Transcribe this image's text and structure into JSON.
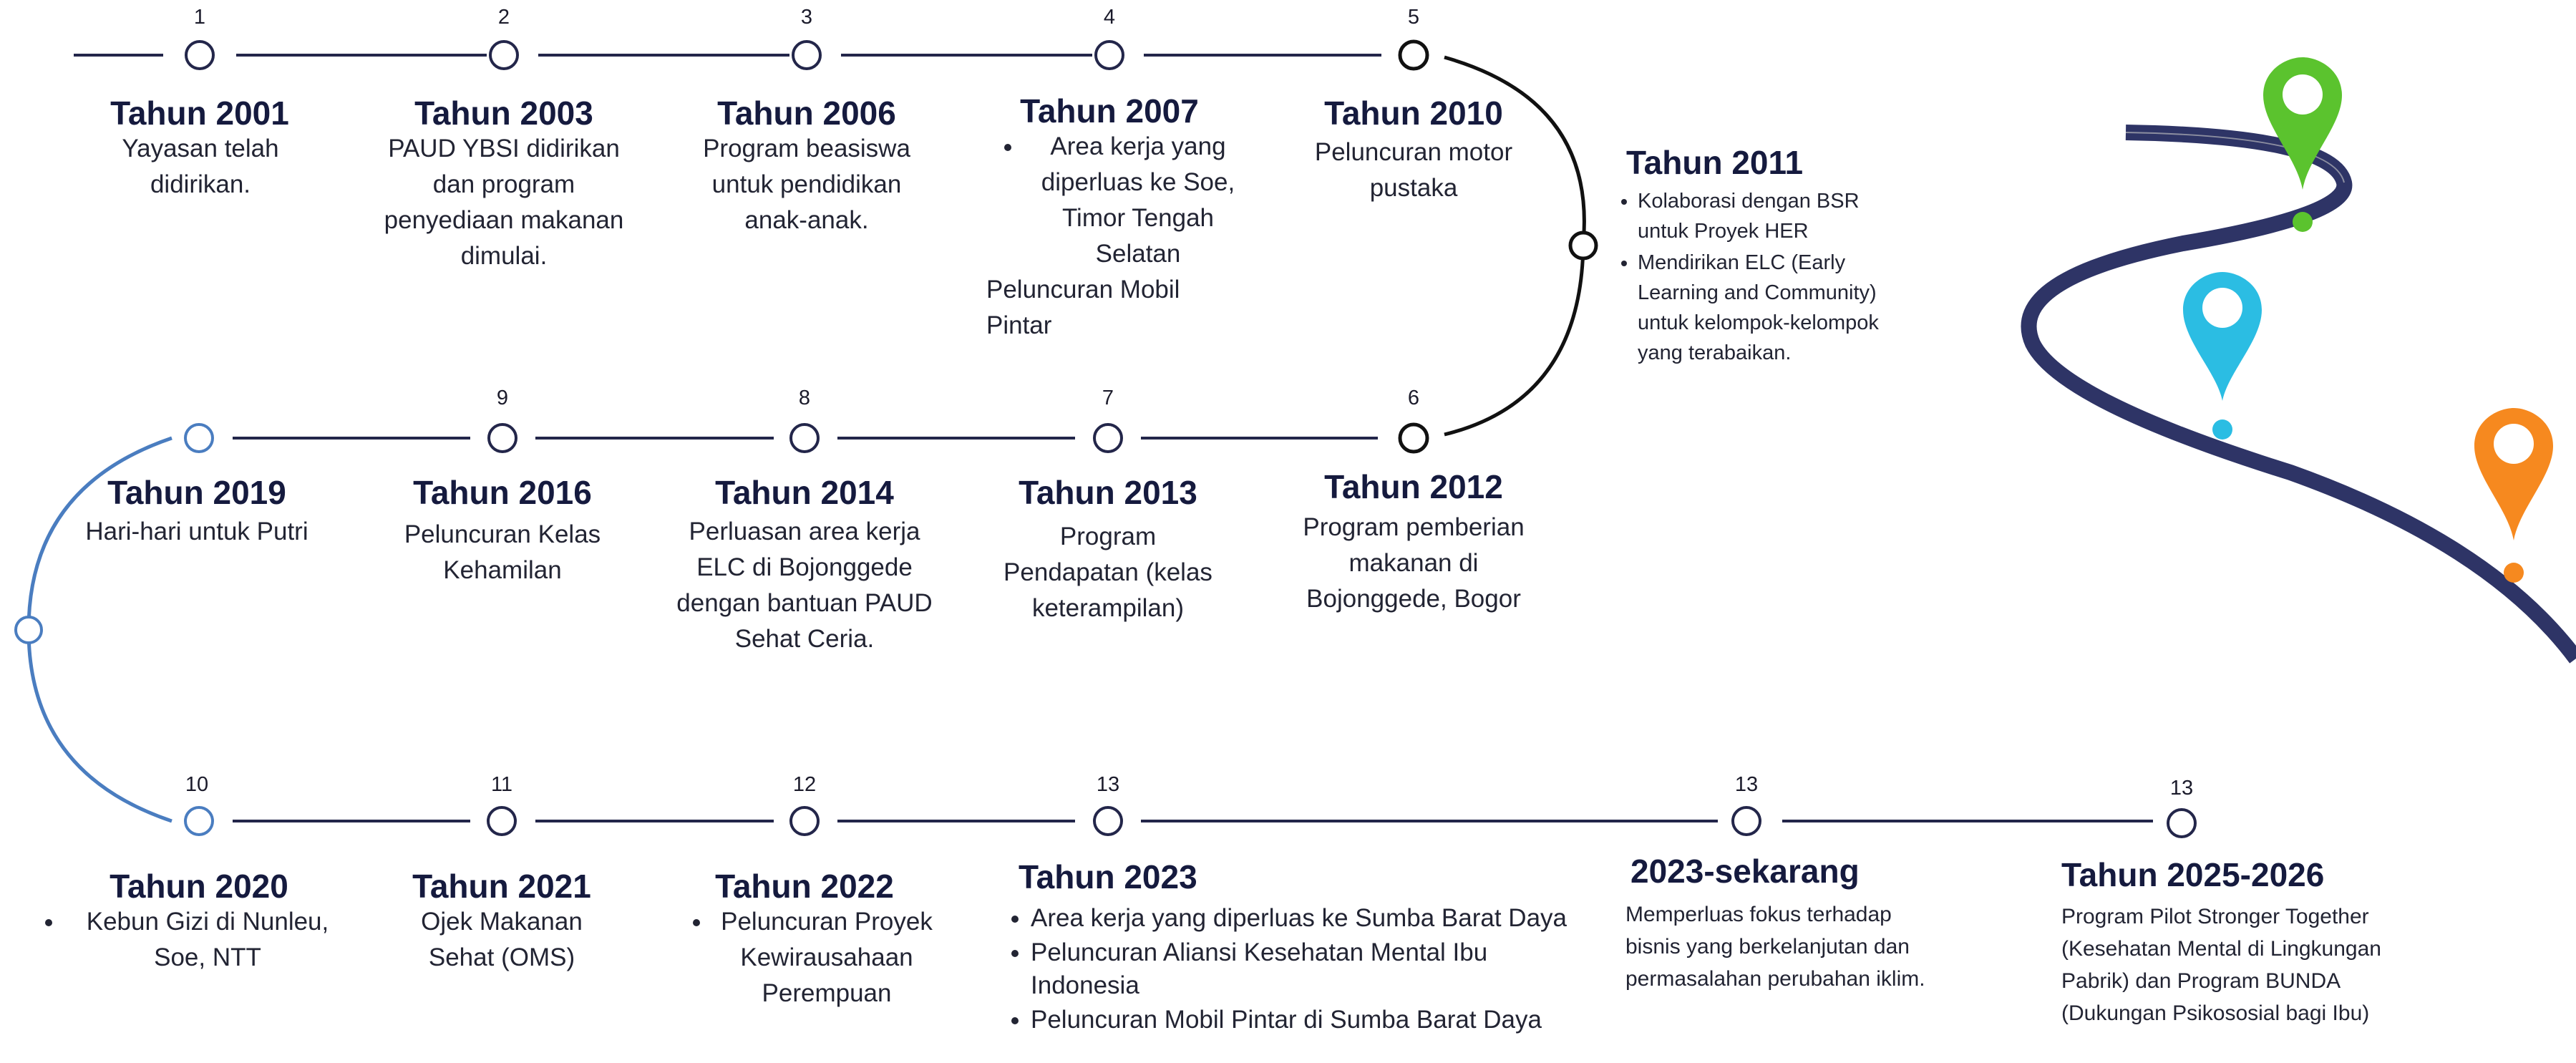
{
  "milestones": [
    {
      "num": "1",
      "title": "Tahun 2001",
      "desc": "Yayasan telah didirikan."
    },
    {
      "num": "2",
      "title": "Tahun 2003",
      "desc": "PAUD YBSI didirikan dan program penyediaan makanan dimulai."
    },
    {
      "num": "3",
      "title": "Tahun 2006",
      "desc": "Program beasiswa untuk pendidikan anak-anak."
    },
    {
      "num": "4",
      "title": "Tahun 2007",
      "bullet": "Area kerja yang diperluas ke Soe, Timor Tengah Selatan",
      "extra": "Peluncuran Mobil Pintar"
    },
    {
      "num": "5",
      "title": "Tahun 2010",
      "desc": "Peluncuran motor pustaka"
    },
    {
      "title": "Tahun 2011",
      "bullets": [
        "Kolaborasi dengan BSR untuk Proyek HER",
        "Mendirikan ELC (Early Learning and Community) untuk kelompok-kelompok yang terabaikan."
      ]
    },
    {
      "num": "6",
      "title": "Tahun 2012",
      "desc": "Program pemberian makanan di Bojonggede, Bogor"
    },
    {
      "num": "7",
      "title": "Tahun 2013",
      "desc": "Program Pendapatan (kelas keterampilan)"
    },
    {
      "num": "8",
      "title": "Tahun 2014",
      "desc": "Perluasan area kerja ELC di Bojonggede dengan bantuan PAUD Sehat Ceria."
    },
    {
      "num": "9",
      "title": "Tahun 2016",
      "desc": "Peluncuran Kelas Kehamilan"
    },
    {
      "title": "Tahun 2019",
      "desc": "Hari-hari untuk Putri"
    },
    {
      "num": "10",
      "title": "Tahun 2020",
      "bullet": "Kebun Gizi di Nunleu, Soe, NTT"
    },
    {
      "num": "11",
      "title": "Tahun 2021",
      "desc": "Ojek Makanan Sehat (OMS)"
    },
    {
      "num": "12",
      "title": "Tahun 2022",
      "bullet": "Peluncuran Proyek Kewirausahaan Perempuan"
    },
    {
      "num": "13",
      "title": "Tahun 2023",
      "bullets": [
        "Area kerja yang diperluas ke Sumba Barat Daya",
        "Peluncuran Aliansi Kesehatan Mental Ibu Indonesia",
        "Peluncuran Mobil Pintar di Sumba Barat Daya"
      ]
    },
    {
      "num": "13",
      "title": "2023-sekarang",
      "desc": "Memperluas fokus terhadap bisnis yang berkelanjutan dan permasalahan perubahan iklim."
    },
    {
      "num": "13",
      "title": "Tahun 2025-2026",
      "desc": "Program Pilot Stronger Together (Kesehatan Mental di Lingkungan Pabrik) dan Program BUNDA (Dukungan Psikososial bagi Ibu)"
    }
  ],
  "colors": {
    "line": "#23264a",
    "arc_blue": "#4a7dc0",
    "pin_green": "#5bc32e",
    "pin_blue": "#2bbde3",
    "pin_orange": "#f6891f",
    "road": "#2e3466"
  },
  "icons": [
    "map-pin-icon-green",
    "map-pin-icon-blue",
    "map-pin-icon-orange"
  ]
}
